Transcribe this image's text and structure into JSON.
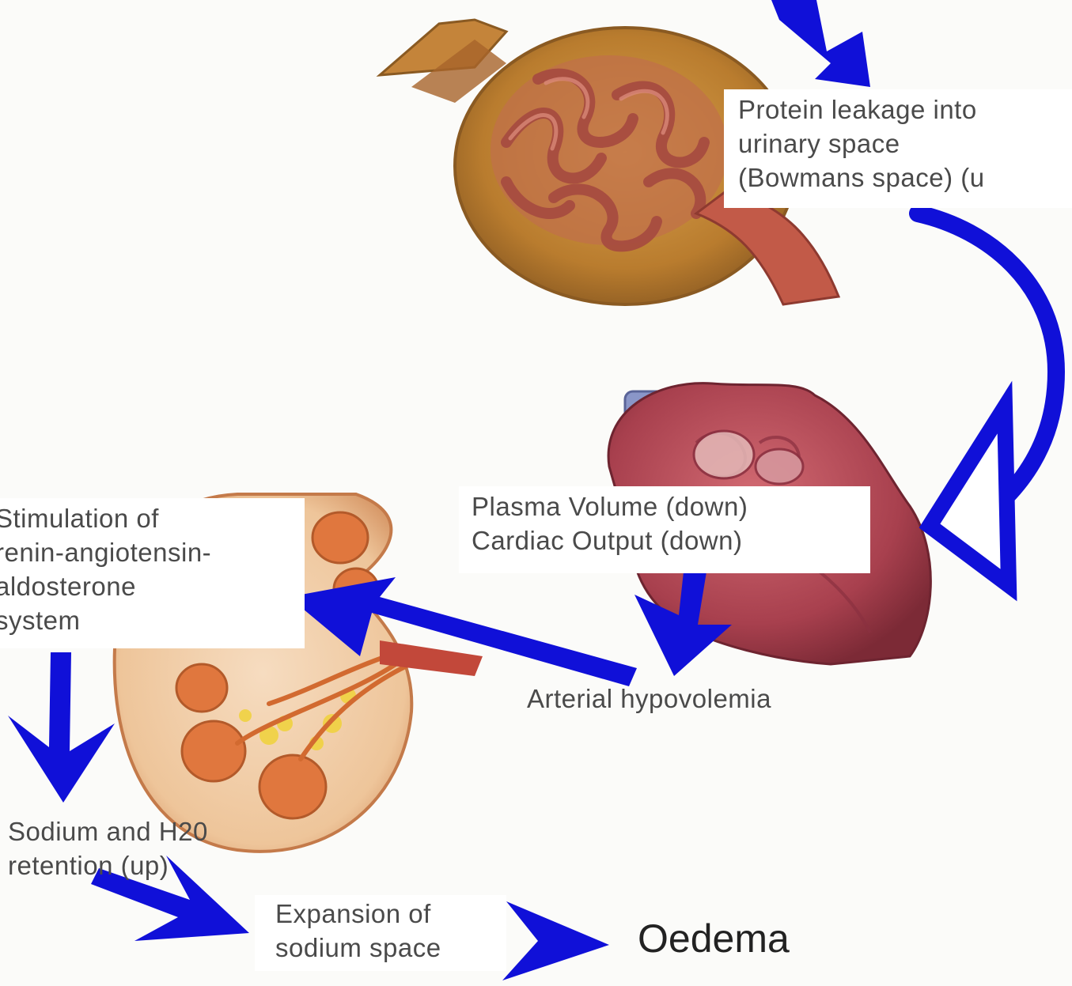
{
  "diagram": {
    "labels": {
      "protein_leakage": [
        "Protein leakage into",
        "urinary space",
        "(Bowmans space) (u"
      ],
      "plasma_volume": [
        "Plasma Volume (down)",
        "Cardiac Output (down)"
      ],
      "arterial_hypovolemia": "Arterial hypovolemia",
      "raas": [
        "Stimulation of",
        "renin-angiotensin-",
        "aldosterone",
        "system"
      ],
      "sodium_retention": [
        "Sodium and H20",
        "retention (up)"
      ],
      "expansion": [
        "Expansion of",
        "sodium space"
      ],
      "oedema": "Oedema"
    },
    "colors": {
      "arrow": "#1010d8",
      "kidney_tissue": "#b85a3c",
      "heart": "#b84a58",
      "capsule": "#c98a38",
      "label_text": "#4a4a4a"
    },
    "icons": [
      "glomerulus-illustration",
      "heart-illustration",
      "kidney-illustration"
    ]
  }
}
